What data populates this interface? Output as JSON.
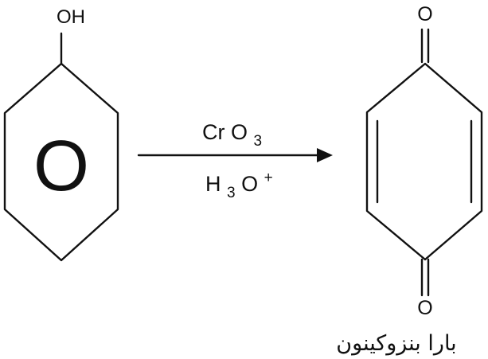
{
  "reactant": {
    "substituent": "OH",
    "ring_symbol": "O"
  },
  "reagents": {
    "top": {
      "main": "Cr O",
      "sub": "3"
    },
    "bottom": {
      "h": "H",
      "sub": "3",
      "o": "O",
      "sup": "+"
    }
  },
  "product": {
    "top_oxygen": "O",
    "bottom_oxygen": "O",
    "name": "بارا بنزوكينون"
  },
  "colors": {
    "ink": "#111111",
    "background": "#ffffff"
  }
}
